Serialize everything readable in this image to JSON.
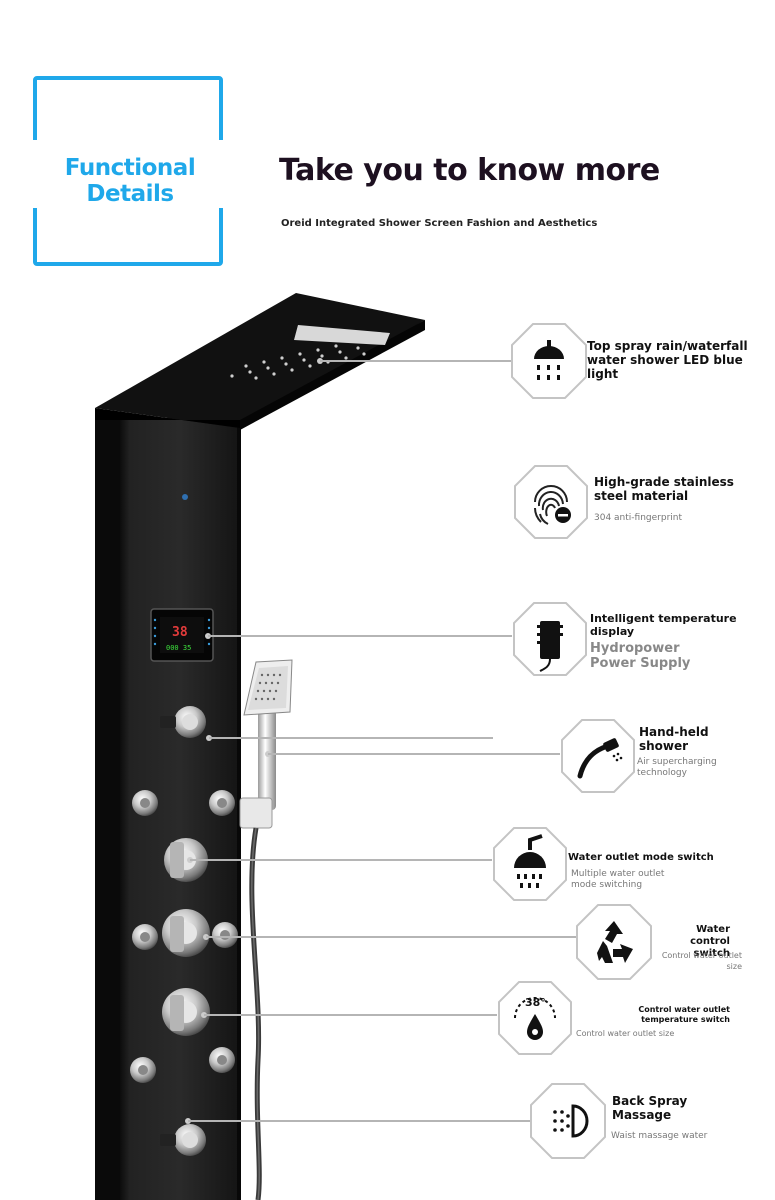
{
  "header": {
    "section_title": "Functional Details",
    "main_heading": "Take you to know more",
    "subheading": "Oreid Integrated Shower Screen Fashion and Aesthetics"
  },
  "product": {
    "display_temp": "38",
    "display_line2": "000 35"
  },
  "features": [
    {
      "title": "Top spray rain/waterfall water shower LED blue light",
      "subtitle": "",
      "icon": "rain-shower-icon"
    },
    {
      "title": "High-grade stainless steel material",
      "subtitle": "304 anti-fingerprint",
      "icon": "fingerprint-icon"
    },
    {
      "title": "Intelligent temperature display",
      "subtitle": "Hydropower Power Supply",
      "icon": "hydropower-generator-icon"
    },
    {
      "title": "Hand-held shower",
      "subtitle": "Air supercharging technology",
      "icon": "handheld-shower-icon"
    },
    {
      "title": "Water outlet mode switch",
      "subtitle": "Multiple water outlet mode switching",
      "icon": "shower-head-icon"
    },
    {
      "title": "Water control switch",
      "subtitle": "Control water outlet size",
      "icon": "recycle-icon"
    },
    {
      "title": "Control water outlet temperature switch",
      "subtitle": "Control water outlet size",
      "icon": "temperature-drop-icon",
      "icon_label": "38°"
    },
    {
      "title": "Back Spray Massage",
      "subtitle": "Waist massage water",
      "icon": "back-spray-icon"
    }
  ],
  "colors": {
    "accent": "#1fa8ea",
    "heading": "#1d1020",
    "panel": "#1b1b1b"
  }
}
